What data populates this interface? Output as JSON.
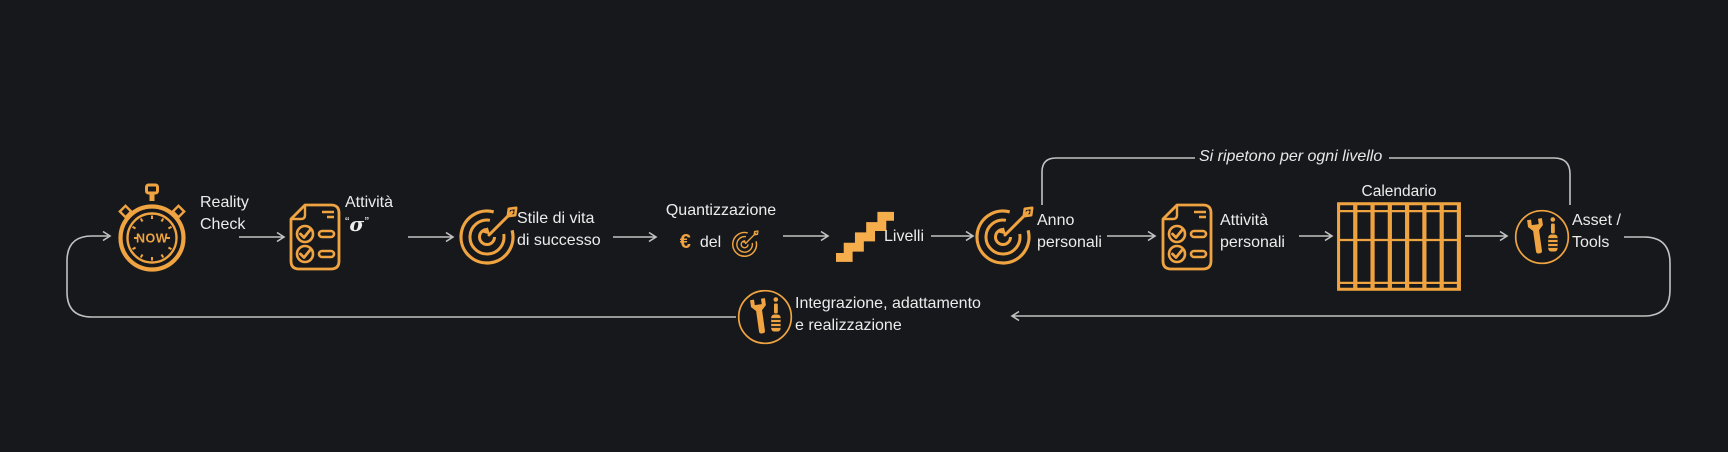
{
  "colors": {
    "amber": "#F0A441",
    "amber_light": "#F6AE4C",
    "text": "#ECECEC",
    "line": "#C2C2C2",
    "bg": "#16181C"
  },
  "annotations": {
    "repeat_note": "Si ripetono per ogni livello"
  },
  "nodes": {
    "reality_check": {
      "line1": "Reality",
      "line2": "Check",
      "icon_text": "NOW"
    },
    "attivita_sigma": {
      "line1": "Attività",
      "quote_open": "“",
      "sigma": "σ",
      "quote_close": "”"
    },
    "stile_di_vita": {
      "line1": "Stile di vita",
      "line2": "di successo"
    },
    "quantizzazione": {
      "title": "Quantizzazione",
      "currency": "€",
      "connector_word": "del"
    },
    "livelli": {
      "label": "Livelli"
    },
    "anno_personali": {
      "line1": "Anno",
      "line2": "personali"
    },
    "attivita_personali": {
      "line1": "Attività",
      "line2": "personali"
    },
    "calendario": {
      "label": "Calendario"
    },
    "asset_tools": {
      "line1": "Asset /",
      "line2": "Tools"
    },
    "integrazione": {
      "line1": "Integrazione, adattamento",
      "line2": "e realizzazione"
    }
  }
}
